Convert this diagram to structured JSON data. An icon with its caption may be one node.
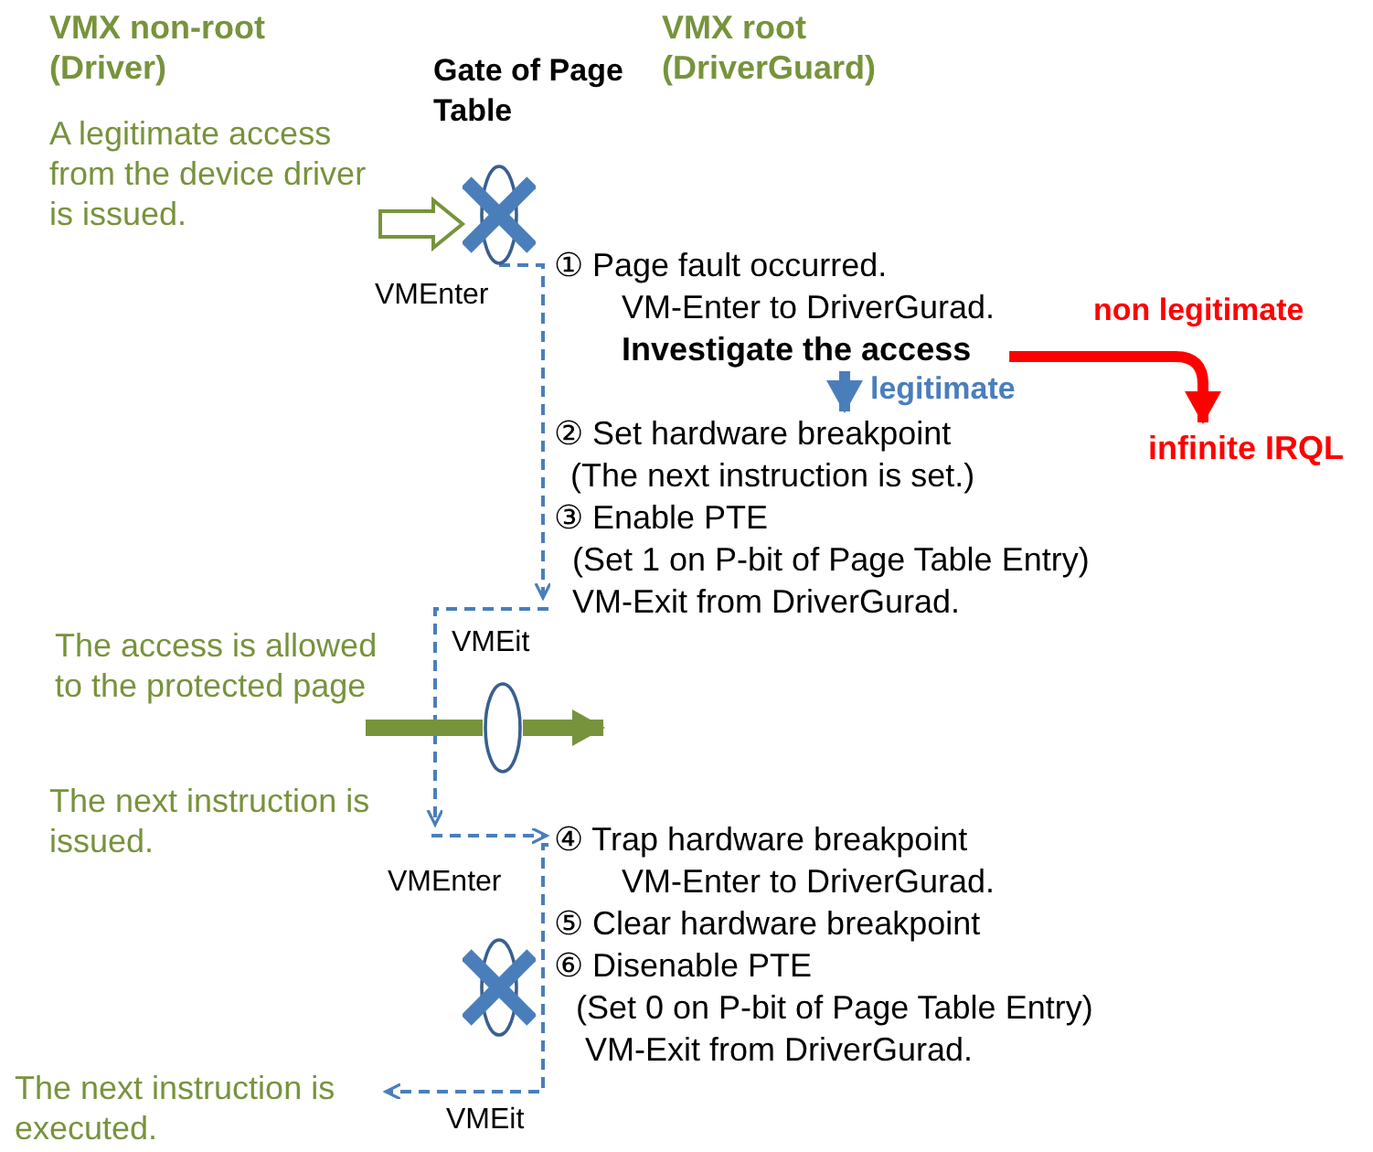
{
  "diagram": {
    "nodes": [
      {
        "text": [
          "A legitimate access from the device driver is issued."
        ]
      },
      {
        "text": [],
        "shape": "ellipse"
      },
      {
        "text": [
          "① Page fault occurred.",
          "VM-Enter to DriverGurad.",
          "Investigate the access"
        ]
      },
      {
        "text": [
          "infinite IRQL"
        ]
      },
      {
        "text": [
          "② Set hardware breakpoint",
          "(The next instruction is set.)",
          "③ Enable PTE",
          "(Set 1 on P-bit of Page Table Entry)",
          "VM-Exit from DriverGurad."
        ]
      },
      {
        "text": [
          "The access is allowed to the protected page"
        ]
      },
      {
        "text": [],
        "shape": "ellipse"
      },
      {
        "text": [
          "The next instruction is issued."
        ]
      },
      {
        "text": [
          "④ Trap hardware breakpoint",
          "VM-Enter to DriverGurad.",
          "⑤ Clear hardware breakpoint",
          "⑥ Disenable PTE",
          "(Set 0 on P-bit of Page Table Entry)",
          "VM-Exit from DriverGurad."
        ]
      },
      {
        "text": [],
        "shape": "ellipse"
      },
      {
        "text": [
          "The next instruction is executed."
        ]
      }
    ],
    "edges": [
      {
        "from": 0,
        "to": 1,
        "arrow": "to",
        "color": "#77933c"
      },
      {
        "from": 1,
        "to": 4,
        "arrow": "to",
        "label": "VMEnter",
        "style": "dashed"
      },
      {
        "from": 2,
        "to": 3,
        "arrow": "to",
        "label": "non legitimate",
        "style": "thick",
        "color": "#ff0000"
      },
      {
        "from": 2,
        "to": 4,
        "arrow": "to",
        "label": "legitimate",
        "style": "thick"
      },
      {
        "from": 4,
        "to": 7,
        "arrow": "to",
        "label": "VMEit",
        "style": "dashed"
      },
      {
        "from": 7,
        "to": 8,
        "arrow": "to",
        "label": "VMEnter",
        "style": "dashed"
      },
      {
        "from": 5,
        "to": 6,
        "arrow": "none",
        "style": "thick",
        "color": "#77933c"
      },
      {
        "from": 6,
        "to": null,
        "arrow": "to",
        "style": "thick",
        "color": "#77933c"
      },
      {
        "from": 8,
        "to": 10,
        "arrow": "to",
        "label": "VMEit",
        "style": "dashed"
      }
    ],
    "labels": [
      "VMX non-root (Driver)",
      "Gate of Page Table",
      "VMX root (DriverGuard)"
    ]
  }
}
